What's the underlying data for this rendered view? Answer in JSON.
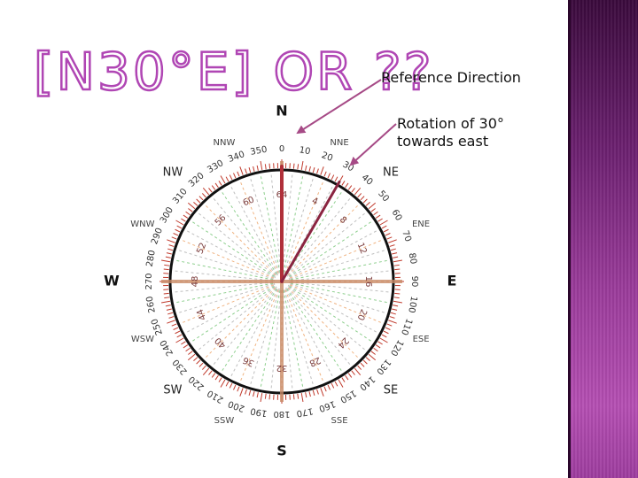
{
  "slide": {
    "title": "[N30°E] OR ??",
    "notes": {
      "reference_direction": "Reference Direction",
      "rotation": [
        "Rotation of 30°",
        "towards east"
      ]
    }
  },
  "compass": {
    "cardinal": {
      "N": "N",
      "E": "E",
      "S": "S",
      "W": "W"
    },
    "intercardinal": [
      {
        "label": "NE",
        "azimuth": 45
      },
      {
        "label": "SE",
        "azimuth": 135
      },
      {
        "label": "SW",
        "azimuth": 225
      },
      {
        "label": "NW",
        "azimuth": 315
      }
    ],
    "secondary_intercardinal": [
      {
        "label": "NNE",
        "azimuth": 22.5
      },
      {
        "label": "ENE",
        "azimuth": 67.5
      },
      {
        "label": "ESE",
        "azimuth": 112.5
      },
      {
        "label": "SSE",
        "azimuth": 157.5
      },
      {
        "label": "SSW",
        "azimuth": 202.5
      },
      {
        "label": "WSW",
        "azimuth": 247.5
      },
      {
        "label": "WNW",
        "azimuth": 292.5
      },
      {
        "label": "NNW",
        "azimuth": 337.5
      }
    ],
    "degree_labels": [
      "0",
      "10",
      "20",
      "30",
      "40",
      "50",
      "60",
      "70",
      "80",
      "90",
      "100",
      "110",
      "120",
      "130",
      "140",
      "150",
      "160",
      "170",
      "180",
      "190",
      "200",
      "210",
      "220",
      "230",
      "240",
      "250",
      "260",
      "270",
      "280",
      "290",
      "300",
      "310",
      "320",
      "330",
      "340",
      "350"
    ],
    "inner_labels": [
      {
        "label": "64",
        "azimuth": 0
      },
      {
        "label": "4",
        "azimuth": 22.5
      },
      {
        "label": "8",
        "azimuth": 45
      },
      {
        "label": "12",
        "azimuth": 67.5
      },
      {
        "label": "16",
        "azimuth": 90
      },
      {
        "label": "20",
        "azimuth": 112.5
      },
      {
        "label": "24",
        "azimuth": 135
      },
      {
        "label": "28",
        "azimuth": 157.5
      },
      {
        "label": "32",
        "azimuth": 180
      },
      {
        "label": "36",
        "azimuth": 202.5
      },
      {
        "label": "40",
        "azimuth": 225
      },
      {
        "label": "44",
        "azimuth": 247.5
      },
      {
        "label": "48",
        "azimuth": 270
      },
      {
        "label": "52",
        "azimuth": 292.5
      },
      {
        "label": "56",
        "azimuth": 315
      },
      {
        "label": "60",
        "azimuth": 337.5
      }
    ],
    "reference_bearing": 0,
    "rotation_bearing": 30,
    "colors": {
      "ring": "#111111",
      "cardinal_line": "#c98a66",
      "north_line": "#b0303a",
      "rotated_line": "#8a2540",
      "annotation_arrow": "#a64a86",
      "tick_red": "#c0392b",
      "spoke_green": "#8ecf8e",
      "spoke_orange": "#f0b482",
      "spoke_gray": "#bfbfbf",
      "inner_label": "#7a3b3b",
      "accent_purple": "#b046b4"
    }
  }
}
